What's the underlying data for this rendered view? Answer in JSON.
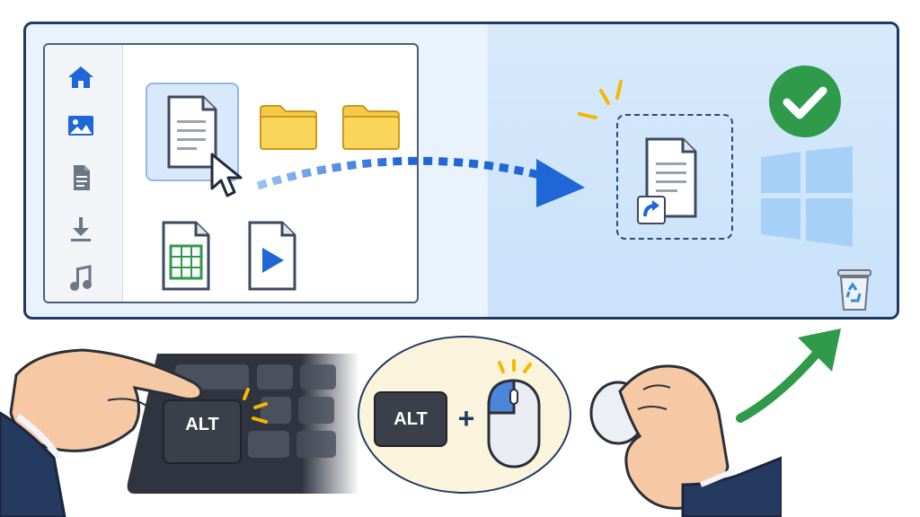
{
  "explorer": {
    "sidebar": [
      {
        "name": "home",
        "icon": "home-icon"
      },
      {
        "name": "pictures",
        "icon": "image-icon"
      },
      {
        "name": "documents",
        "icon": "document-icon"
      },
      {
        "name": "downloads",
        "icon": "download-icon"
      },
      {
        "name": "music",
        "icon": "music-icon"
      }
    ],
    "files": [
      {
        "type": "document",
        "selected": true,
        "icon": "document-file-icon"
      },
      {
        "type": "folder",
        "icon": "folder-icon"
      },
      {
        "type": "folder",
        "icon": "folder-icon"
      },
      {
        "type": "spreadsheet",
        "icon": "spreadsheet-file-icon"
      },
      {
        "type": "video",
        "icon": "video-file-icon"
      }
    ]
  },
  "desktop": {
    "shortcut": {
      "icon": "document-shortcut-icon"
    },
    "success": {
      "icon": "check-icon",
      "color": "#2e9a4a"
    },
    "logo": {
      "icon": "windows-logo-icon"
    },
    "recycle_bin": {
      "icon": "recycle-bin-icon"
    }
  },
  "instruction": {
    "key_label": "ALT",
    "combo_key_label": "ALT",
    "combo_plus": "+",
    "mouse": "mouse-icon"
  },
  "colors": {
    "accent_blue": "#1f66d6",
    "frame_border": "#1f3b63",
    "folder_yellow": "#f7c948",
    "success_green": "#2e9a4a",
    "desktop_bg": "#cfe4fa",
    "highlight_yellow": "#f5b800"
  }
}
